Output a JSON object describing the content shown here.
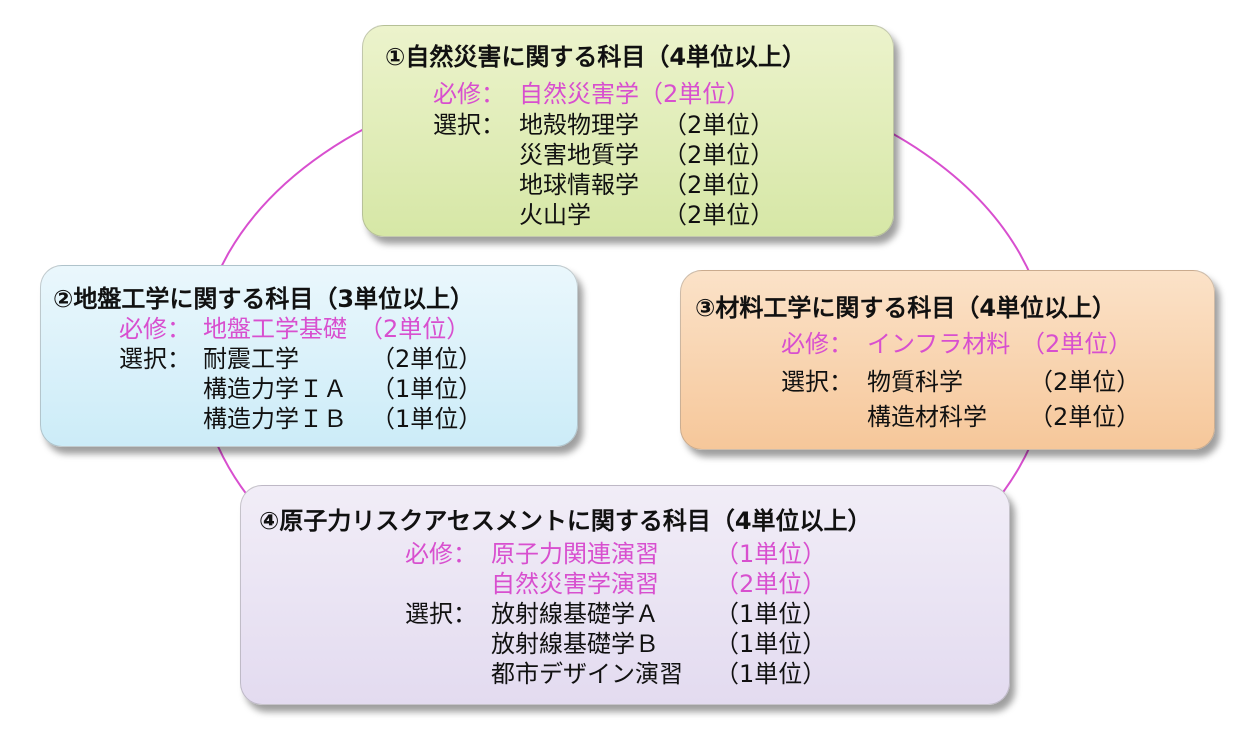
{
  "colors": {
    "ring": "#d84fcf",
    "required_text": "#d84fcf",
    "normal_text": "#111111",
    "box1_fill": "#e0ecb5",
    "box2_fill": "#ddf2fa",
    "box3_fill": "#f8d2ad",
    "box4_fill": "#ebe5f4"
  },
  "box1": {
    "title": "①自然災害に関する科目（4単位以上）",
    "required": {
      "label": "必修：",
      "courses": [
        {
          "name": "自然災害学",
          "credits": "（2単位）"
        }
      ]
    },
    "elective": {
      "label": "選択：",
      "courses": [
        {
          "name": "地殻物理学",
          "credits": "（2単位）"
        },
        {
          "name": "災害地質学",
          "credits": "（2単位）"
        },
        {
          "name": "地球情報学",
          "credits": "（2単位）"
        },
        {
          "name": "火山学",
          "credits": "（2単位）"
        }
      ]
    }
  },
  "box2": {
    "title": "②地盤工学に関する科目（3単位以上）",
    "required": {
      "label": "必修：",
      "courses": [
        {
          "name": "地盤工学基礎",
          "credits": "（2単位）"
        }
      ]
    },
    "elective": {
      "label": "選択：",
      "courses": [
        {
          "name": "耐震工学",
          "credits": "（2単位）"
        },
        {
          "name": "構造力学ＩＡ",
          "credits": "（1単位）"
        },
        {
          "name": "構造力学ＩＢ",
          "credits": "（1単位）"
        }
      ]
    }
  },
  "box3": {
    "title": "③材料工学に関する科目（4単位以上）",
    "required": {
      "label": "必修：",
      "courses": [
        {
          "name": "インフラ材料",
          "credits": "（2単位）"
        }
      ]
    },
    "elective": {
      "label": "選択：",
      "courses": [
        {
          "name": "物質科学",
          "credits": "（2単位）"
        },
        {
          "name": "構造材科学",
          "credits": "（2単位）"
        }
      ]
    }
  },
  "box4": {
    "title": "④原子力リスクアセスメントに関する科目（4単位以上）",
    "required": {
      "label": "必修：",
      "courses": [
        {
          "name": "原子力関連演習",
          "credits": "（1単位）"
        },
        {
          "name": "自然災害学演習",
          "credits": "（2単位）"
        }
      ]
    },
    "elective": {
      "label": "選択：",
      "courses": [
        {
          "name": "放射線基礎学Ａ",
          "credits": "（1単位）"
        },
        {
          "name": "放射線基礎学Ｂ",
          "credits": "（1単位）"
        },
        {
          "name": "都市デザイン演習",
          "credits": "（1単位）"
        }
      ]
    }
  }
}
